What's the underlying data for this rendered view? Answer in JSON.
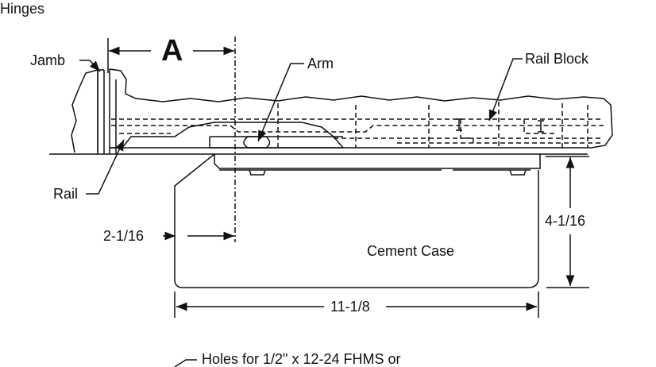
{
  "header": {
    "title": "Hinges"
  },
  "labels": {
    "dimension_a": "A",
    "jamb": "Jamb",
    "arm": "Arm",
    "rail_block": "Rail Block",
    "rail": "Rail",
    "dim_2_1_16": "2-1/16",
    "dim_4_1_16": "4-1/16",
    "cement_case": "Cement Case",
    "dim_11_1_8": "11-1/8",
    "holes_note": "Holes for 1/2\" x 12-24 FHMS or"
  },
  "colors": {
    "line": "#111111",
    "background": "#ffffff"
  }
}
